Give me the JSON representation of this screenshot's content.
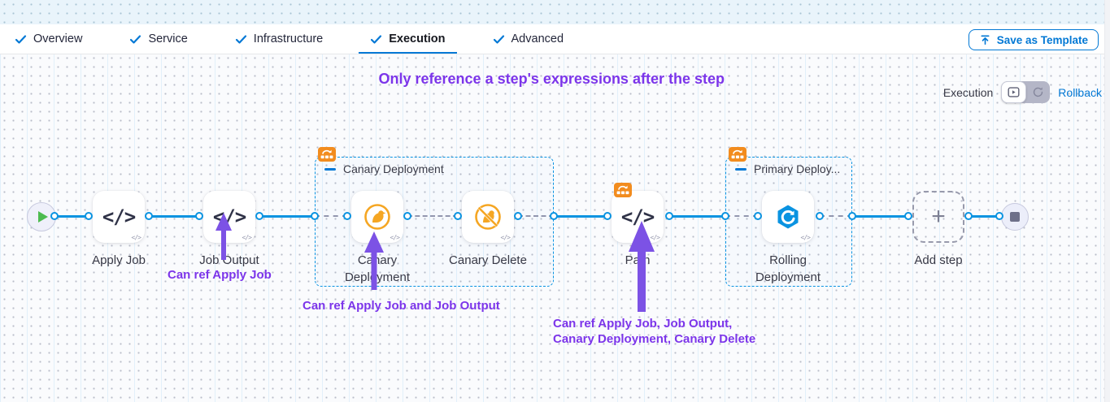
{
  "header": {
    "tabs": [
      {
        "label": "Overview"
      },
      {
        "label": "Service"
      },
      {
        "label": "Infrastructure"
      },
      {
        "label": "Execution"
      },
      {
        "label": "Advanced"
      }
    ],
    "save_button_label": "Save as Template"
  },
  "toolbar": {
    "execution_label": "Execution",
    "rollback_label": "Rollback"
  },
  "annotations": {
    "heading": "Only reference a step's expressions after the step",
    "note1": "Can ref Apply Job",
    "note2": "Can ref Apply Job and Job Output",
    "note3_line1": "Can ref Apply Job, Job Output,",
    "note3_line2": "Canary Deployment, Canary Delete"
  },
  "pipeline": {
    "nodes": {
      "apply_job": "Apply Job",
      "job_output": "Job Output",
      "canary_deployment": "Canary Deployment",
      "canary_delete": "Canary Delete",
      "path": "Path",
      "rolling_deployment": "Rolling Deployment",
      "add_step": "Add step"
    },
    "groups": {
      "canary_title": "Canary Deployment",
      "primary_title": "Primary Deploy..."
    }
  },
  "icons": {
    "code": "</>",
    "plus": "+"
  },
  "colors": {
    "accent_blue": "#0278d5",
    "connector_blue": "#0a93e1",
    "purple": "#7c35ea",
    "orange": "#f28c1e",
    "canary_orange": "#f5a623",
    "green_play": "#4cbb4f"
  }
}
